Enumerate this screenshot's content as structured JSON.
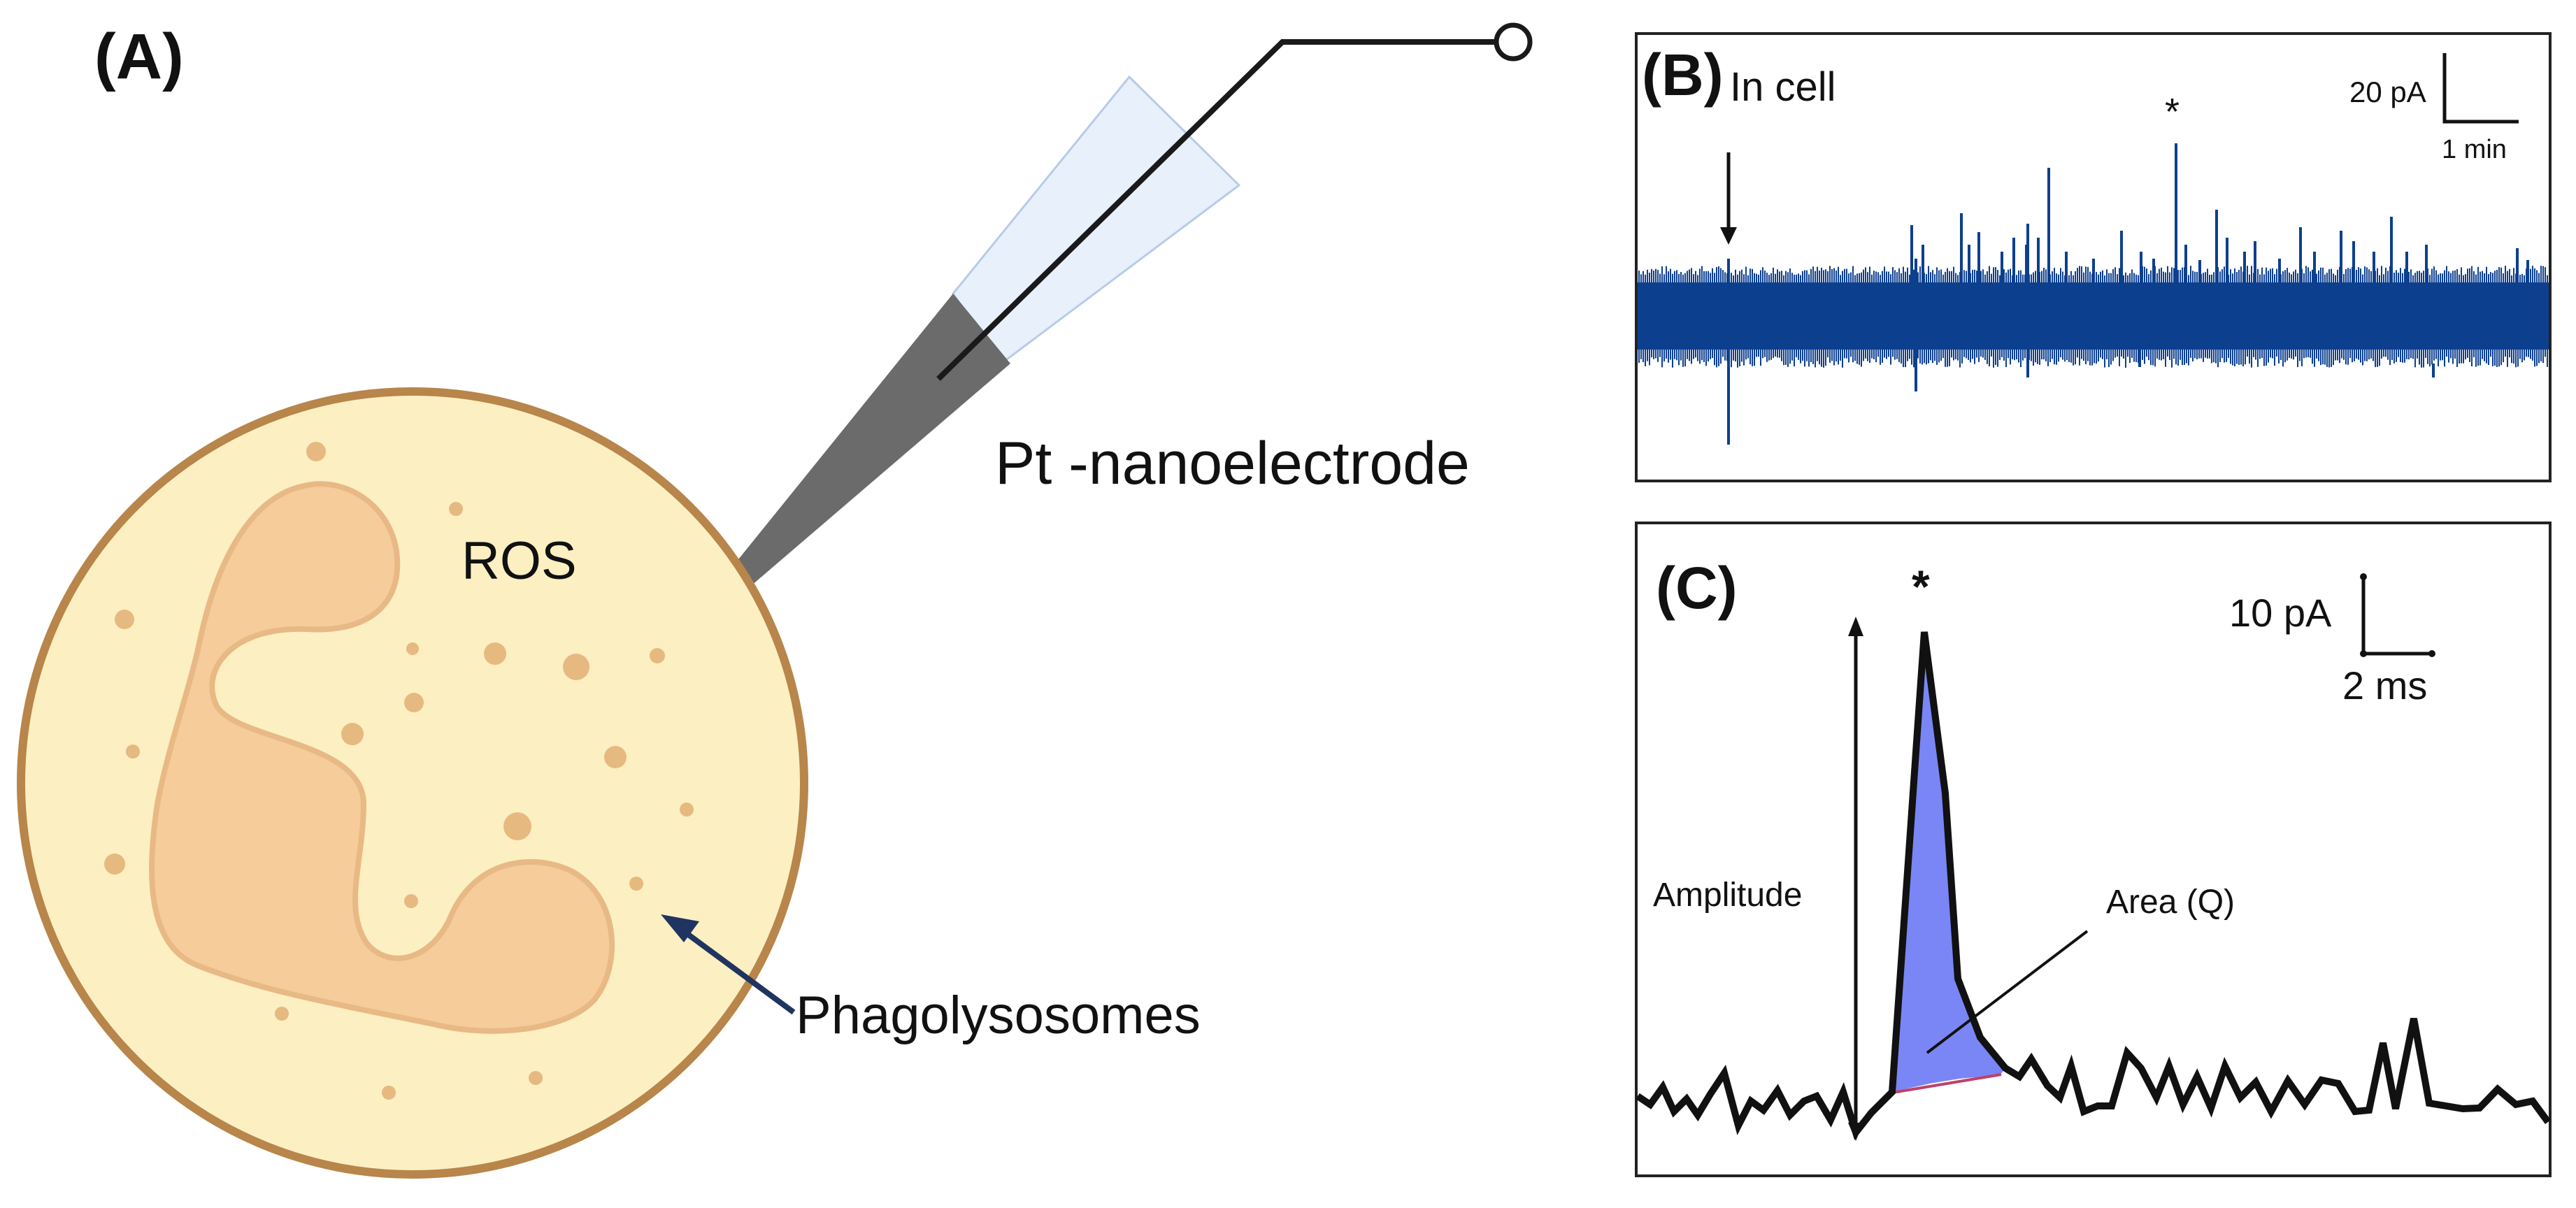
{
  "panel_a": {
    "label": "(A)",
    "ros_label": "ROS",
    "electrode_label": "Pt -nanoelectrode",
    "phagolysosome_label": "Phagolysosomes"
  },
  "panel_b": {
    "label": "(B)",
    "in_cell_label": "In cell",
    "asterisk": "*",
    "scale_y": "20 pA",
    "scale_x": "1 min"
  },
  "panel_c": {
    "label": "(C)",
    "asterisk": "*",
    "amplitude_label": "Amplitude",
    "area_label": "Area (Q)",
    "scale_y": "10 pA",
    "scale_x": "2 ms"
  },
  "colors": {
    "cell_fill": "#fcefc2",
    "cell_border": "#b8854a",
    "nucleus_fill": "#f5cc9a",
    "granule": "#e6b980",
    "capillary": "#e8f1fb",
    "electrode_tip": "#6b6b6b",
    "trace_blue": "#0d3f8f",
    "spike_fill": "#7a86f5",
    "arrow_navy": "#1f3460"
  }
}
